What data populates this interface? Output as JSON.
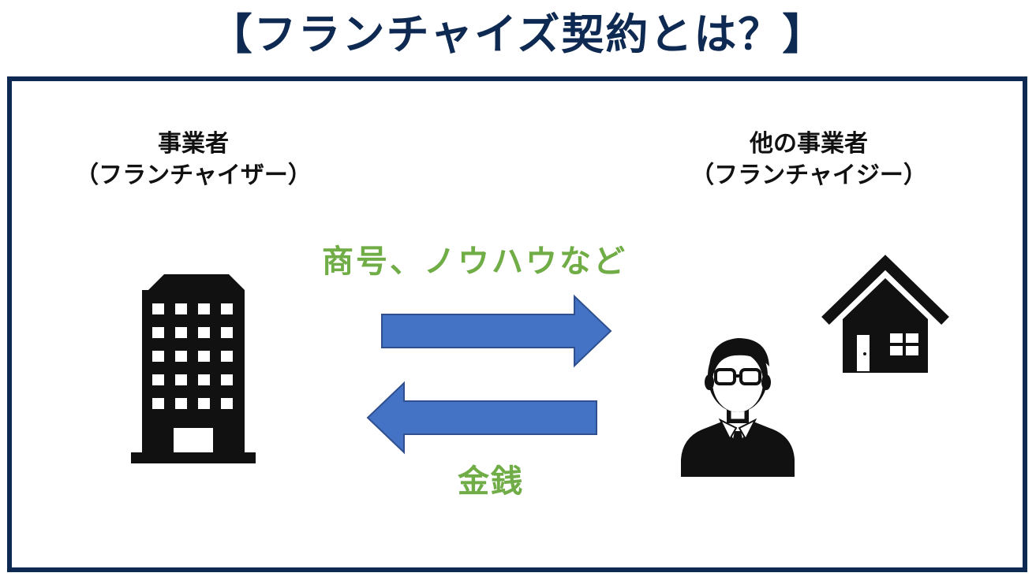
{
  "title": "【フランチャイズ契約とは？】",
  "franchisor": {
    "line1": "事業者",
    "line2": "（フランチャイザー）"
  },
  "franchisee": {
    "line1": "他の事業者",
    "line2": "（フランチャイジー）"
  },
  "flows": {
    "to_franchisee": "商号、ノウハウなど",
    "to_franchisor": "金銭"
  },
  "icons": {
    "franchisor": "office-building-icon",
    "franchisee_person": "businessman-icon",
    "franchisee_home": "house-icon",
    "arrow_right": "arrow-right-icon",
    "arrow_left": "arrow-left-icon"
  },
  "colors": {
    "title": "#0f2a52",
    "frame": "#0f2a52",
    "flow_text": "#70ad47",
    "arrow_fill": "#4472c4",
    "arrow_stroke": "#2f4f8f",
    "icon": "#111111"
  }
}
